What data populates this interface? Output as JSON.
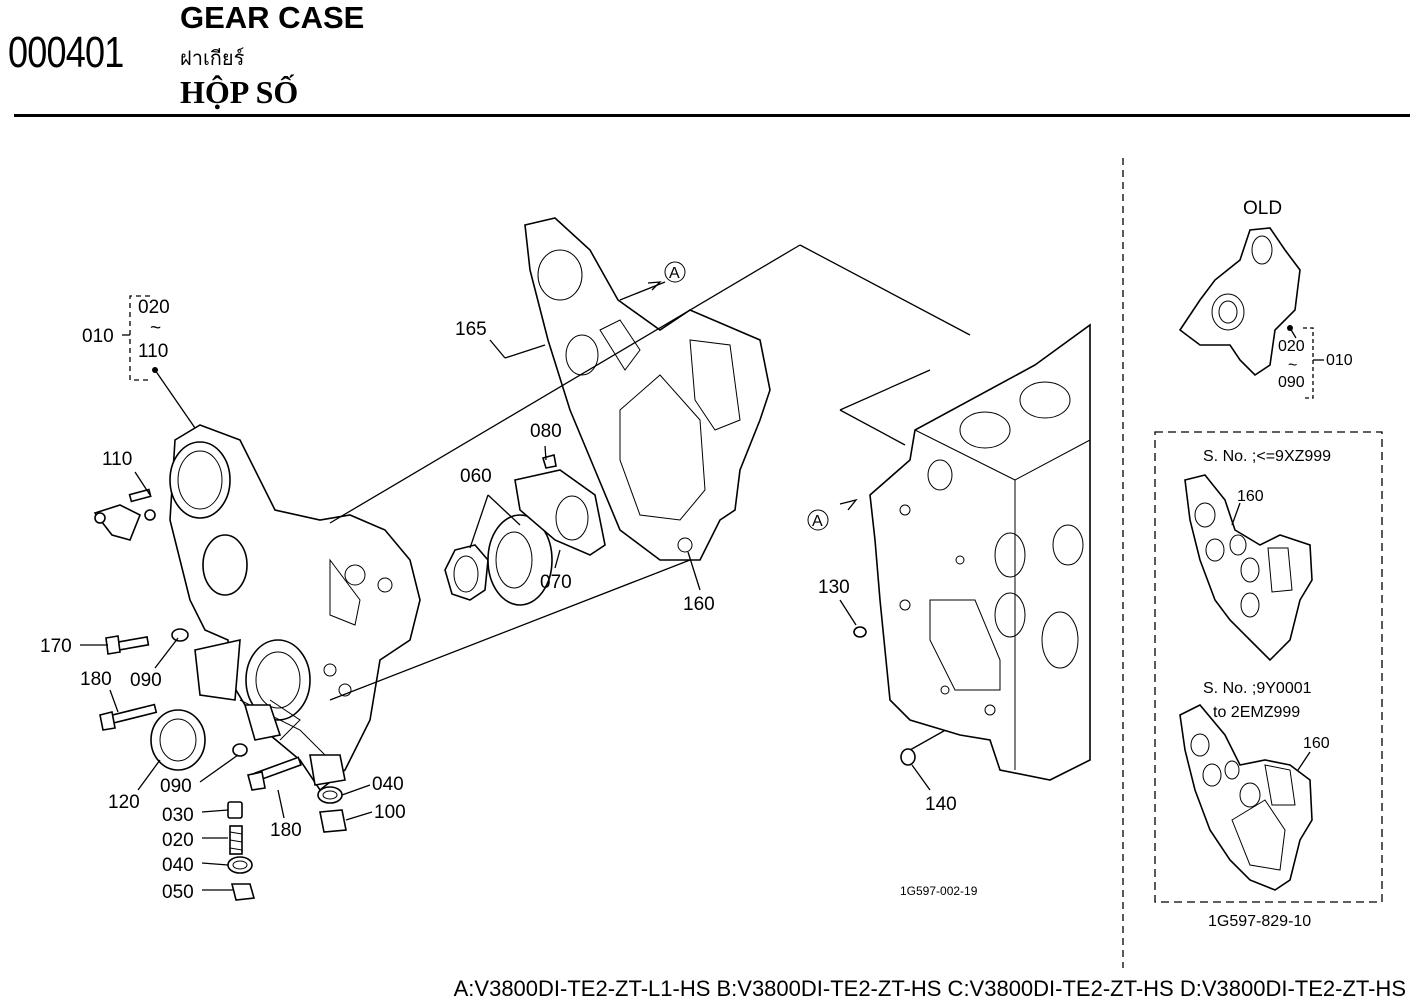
{
  "header": {
    "code": "000401",
    "title_en": "GEAR CASE",
    "title_th": "ฝาเกียร์",
    "title_vi": "HỘP SỐ"
  },
  "callouts": {
    "c010_group": "010",
    "c020_range": "020",
    "range_sep": "~",
    "c110_range": "110",
    "c110": "110",
    "c165": "165",
    "c080": "080",
    "c060": "060",
    "c070": "070",
    "c160": "160",
    "ref_a1": "A",
    "ref_a2": "A",
    "c130": "130",
    "c140": "140",
    "c170": "170",
    "c090a": "090",
    "c180a": "180",
    "c120": "120",
    "c090b": "090",
    "c030": "030",
    "c020": "020",
    "c040a": "040",
    "c050": "050",
    "c180b": "180",
    "c040b": "040",
    "c100": "100"
  },
  "drawing_code_main": "1G597-002-19",
  "old_panel": {
    "title": "OLD",
    "c020": "020",
    "sep": "~",
    "c090": "090",
    "c010": "010"
  },
  "sn_panel": {
    "sn1": "S. No. ;<=9XZ999",
    "c160a": "160",
    "sn2_line1": "S. No. ;9Y0001",
    "sn2_line2": "to 2EMZ999",
    "c160b": "160",
    "drawing_code": "1G597-829-10"
  },
  "footer": "A:V3800DI-TE2-ZT-L1-HS B:V3800DI-TE2-ZT-HS C:V3800DI-TE2-ZT-HS D:V3800DI-TE2-ZT-HS"
}
